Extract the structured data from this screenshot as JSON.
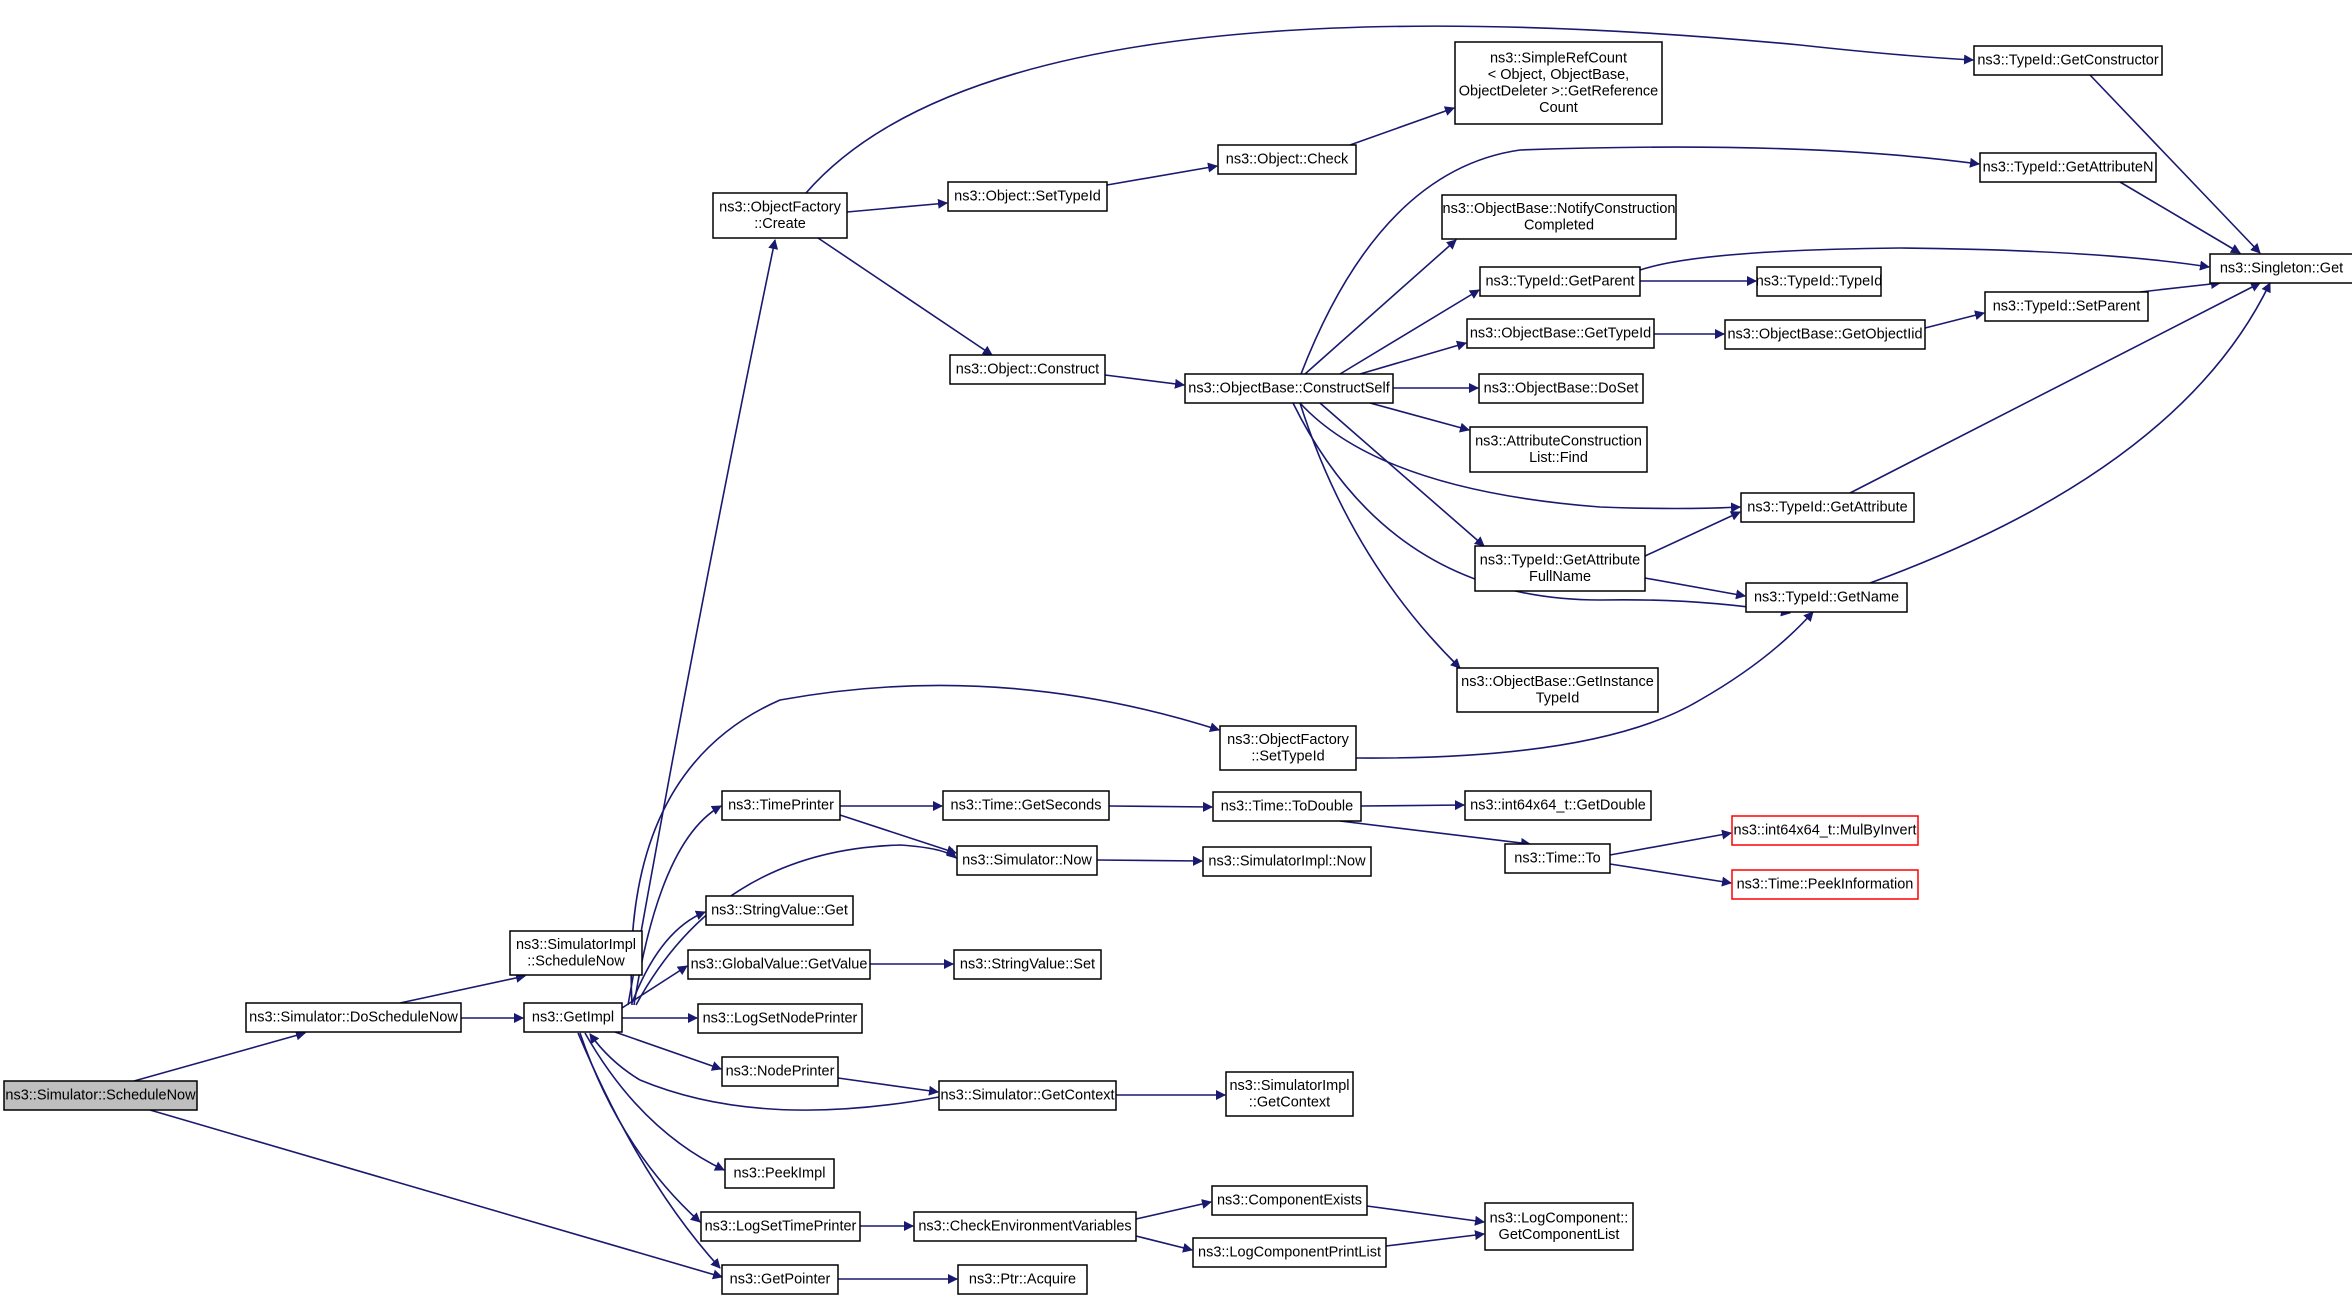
{
  "graph": {
    "edge_color": "#191970",
    "root_fill": "#bfbfbf",
    "unresolved_border": "#ff0000",
    "nodes": [
      {
        "id": "schedule_now",
        "lines": [
          "ns3::Simulator::ScheduleNow"
        ],
        "style": "root"
      },
      {
        "id": "do_schedule_now",
        "lines": [
          "ns3::Simulator::DoScheduleNow"
        ]
      },
      {
        "id": "simimpl_schedule_now",
        "lines": [
          "ns3::SimulatorImpl",
          "::ScheduleNow"
        ]
      },
      {
        "id": "get_impl",
        "lines": [
          "ns3::GetImpl"
        ]
      },
      {
        "id": "get_pointer",
        "lines": [
          "ns3::GetPointer"
        ]
      },
      {
        "id": "ptr_acquire",
        "lines": [
          "ns3::Ptr::Acquire"
        ]
      },
      {
        "id": "objfactory_create",
        "lines": [
          "ns3::ObjectFactory",
          "::Create"
        ]
      },
      {
        "id": "obj_settypeid",
        "lines": [
          "ns3::Object::SetTypeId"
        ]
      },
      {
        "id": "obj_check",
        "lines": [
          "ns3::Object::Check"
        ]
      },
      {
        "id": "simplerefcount",
        "lines": [
          "ns3::SimpleRefCount",
          "< Object, ObjectBase,",
          "ObjectDeleter >::GetReference",
          "Count"
        ]
      },
      {
        "id": "obj_construct",
        "lines": [
          "ns3::Object::Construct"
        ]
      },
      {
        "id": "objbase_constructself",
        "lines": [
          "ns3::ObjectBase::ConstructSelf"
        ]
      },
      {
        "id": "objbase_notify",
        "lines": [
          "ns3::ObjectBase::NotifyConstruction",
          "Completed"
        ]
      },
      {
        "id": "typeid_getparent",
        "lines": [
          "ns3::TypeId::GetParent"
        ]
      },
      {
        "id": "typeid_typeid",
        "lines": [
          "ns3::TypeId::TypeId"
        ]
      },
      {
        "id": "objbase_gettypeid",
        "lines": [
          "ns3::ObjectBase::GetTypeId"
        ]
      },
      {
        "id": "objbase_getobjectiid",
        "lines": [
          "ns3::ObjectBase::GetObjectIid"
        ]
      },
      {
        "id": "typeid_setparent",
        "lines": [
          "ns3::TypeId::SetParent"
        ]
      },
      {
        "id": "objbase_doset",
        "lines": [
          "ns3::ObjectBase::DoSet"
        ]
      },
      {
        "id": "attr_find",
        "lines": [
          "ns3::AttributeConstruction",
          "List::Find"
        ]
      },
      {
        "id": "typeid_getattribute",
        "lines": [
          "ns3::TypeId::GetAttribute"
        ]
      },
      {
        "id": "typeid_getattrfullname",
        "lines": [
          "ns3::TypeId::GetAttribute",
          "FullName"
        ]
      },
      {
        "id": "typeid_getname",
        "lines": [
          "ns3::TypeId::GetName"
        ]
      },
      {
        "id": "objbase_getinstance",
        "lines": [
          "ns3::ObjectBase::GetInstance",
          "TypeId"
        ]
      },
      {
        "id": "typeid_getconstructor",
        "lines": [
          "ns3::TypeId::GetConstructor"
        ]
      },
      {
        "id": "typeid_getattributen",
        "lines": [
          "ns3::TypeId::GetAttributeN"
        ]
      },
      {
        "id": "singleton_get",
        "lines": [
          "ns3::Singleton::Get"
        ]
      },
      {
        "id": "objfactory_settypeid",
        "lines": [
          "ns3::ObjectFactory",
          "::SetTypeId"
        ]
      },
      {
        "id": "timeprinter",
        "lines": [
          "ns3::TimePrinter"
        ]
      },
      {
        "id": "time_getseconds",
        "lines": [
          "ns3::Time::GetSeconds"
        ]
      },
      {
        "id": "time_todouble",
        "lines": [
          "ns3::Time::ToDouble"
        ]
      },
      {
        "id": "int64_getdouble",
        "lines": [
          "ns3::int64x64_t::GetDouble"
        ]
      },
      {
        "id": "time_to",
        "lines": [
          "ns3::Time::To"
        ]
      },
      {
        "id": "int64_mulbyinvert",
        "lines": [
          "ns3::int64x64_t::MulByInvert"
        ],
        "style": "red"
      },
      {
        "id": "time_peekinfo",
        "lines": [
          "ns3::Time::PeekInformation"
        ],
        "style": "red"
      },
      {
        "id": "simulator_now",
        "lines": [
          "ns3::Simulator::Now"
        ]
      },
      {
        "id": "simimpl_now",
        "lines": [
          "ns3::SimulatorImpl::Now"
        ]
      },
      {
        "id": "stringvalue_get",
        "lines": [
          "ns3::StringValue::Get"
        ]
      },
      {
        "id": "globalvalue_getvalue",
        "lines": [
          "ns3::GlobalValue::GetValue"
        ]
      },
      {
        "id": "stringvalue_set",
        "lines": [
          "ns3::StringValue::Set"
        ]
      },
      {
        "id": "logsetnodeprinter",
        "lines": [
          "ns3::LogSetNodePrinter"
        ]
      },
      {
        "id": "nodeprinter",
        "lines": [
          "ns3::NodePrinter"
        ]
      },
      {
        "id": "simulator_getcontext",
        "lines": [
          "ns3::Simulator::GetContext"
        ]
      },
      {
        "id": "simimpl_getcontext",
        "lines": [
          "ns3::SimulatorImpl",
          "::GetContext"
        ]
      },
      {
        "id": "peekimpl",
        "lines": [
          "ns3::PeekImpl"
        ]
      },
      {
        "id": "logsettimeprinter",
        "lines": [
          "ns3::LogSetTimePrinter"
        ]
      },
      {
        "id": "checkenv",
        "lines": [
          "ns3::CheckEnvironmentVariables"
        ]
      },
      {
        "id": "componentexists",
        "lines": [
          "ns3::ComponentExists"
        ]
      },
      {
        "id": "logcomponentprintlist",
        "lines": [
          "ns3::LogComponentPrintList"
        ]
      },
      {
        "id": "logcomponent_getlist",
        "lines": [
          "ns3::LogComponent::",
          "GetComponentList"
        ]
      }
    ]
  }
}
